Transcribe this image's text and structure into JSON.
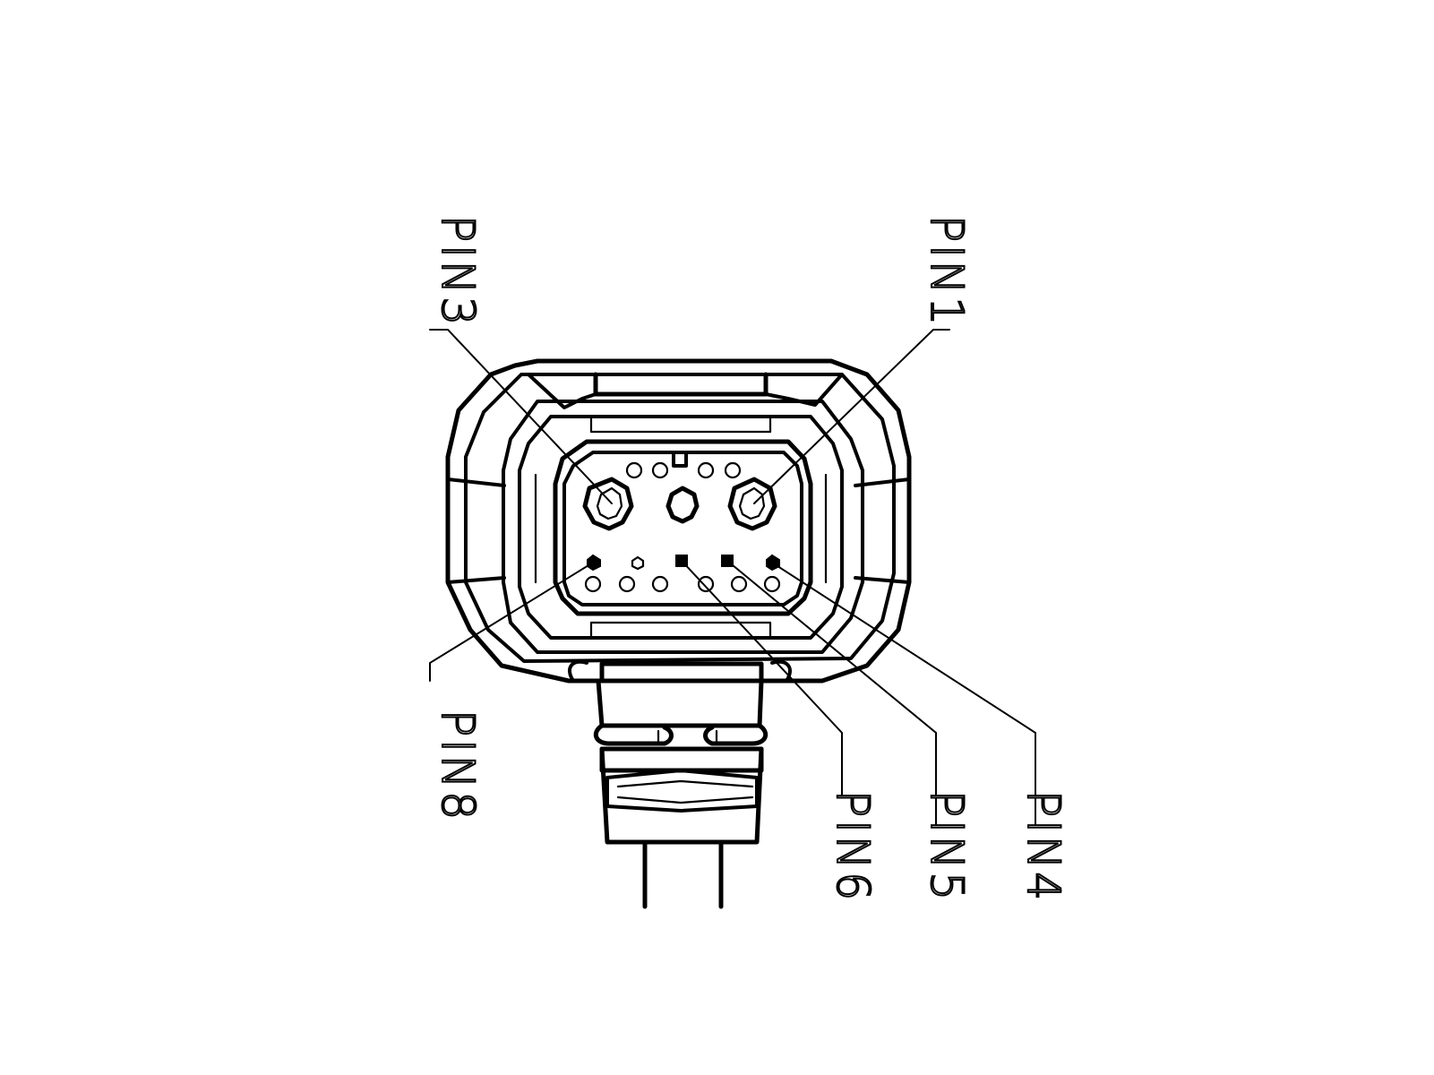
{
  "diagram": {
    "labels": {
      "pin1": "PIN1",
      "pin3": "PIN3",
      "pin4": "PIN4",
      "pin5": "PIN5",
      "pin6": "PIN6",
      "pin8": "PIN8"
    }
  }
}
